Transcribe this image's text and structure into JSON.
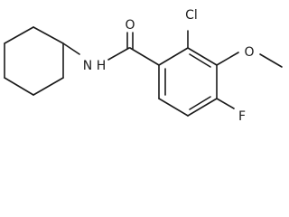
{
  "structure": {
    "atoms": {
      "oxygen_carbonyl": "O",
      "nitrogen_amide": "N",
      "hydrogen_amide": "H",
      "chloro": "Cl",
      "oxygen_methoxy": "O",
      "fluoro": "F"
    }
  }
}
